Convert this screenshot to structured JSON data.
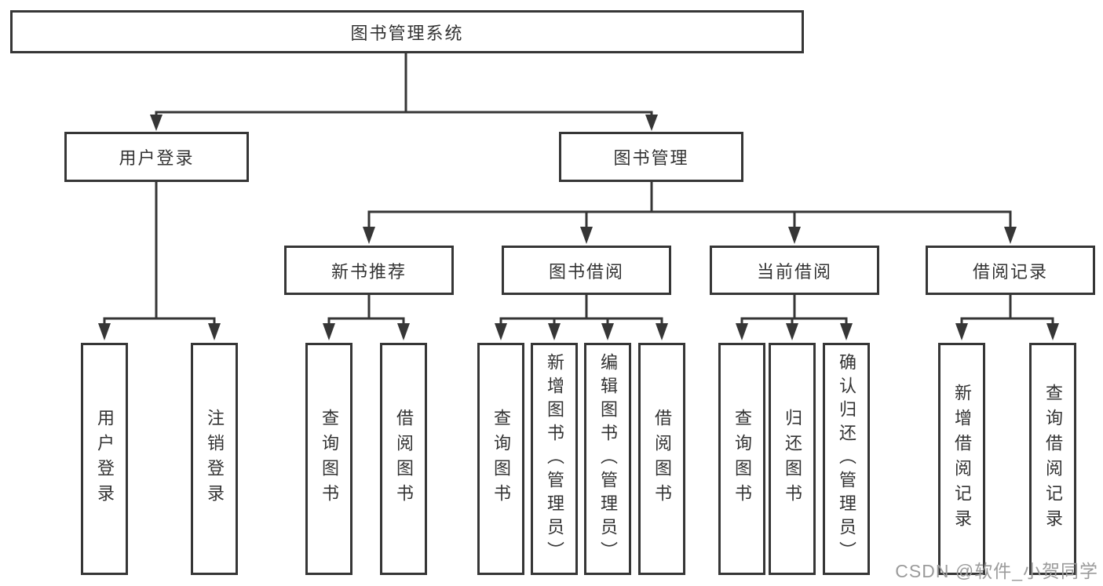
{
  "diagram": {
    "root": {
      "label": "图书管理系统"
    },
    "children": [
      {
        "label": "用户登录",
        "children": [
          {
            "label": "用户登录"
          },
          {
            "label": "注销登录"
          }
        ]
      },
      {
        "label": "图书管理",
        "children": [
          {
            "label": "新书推荐",
            "children": [
              {
                "label": "查询图书"
              },
              {
                "label": "借阅图书"
              }
            ]
          },
          {
            "label": "图书借阅",
            "children": [
              {
                "label": "查询图书"
              },
              {
                "label": "新增图书（管理员）"
              },
              {
                "label": "编辑图书（管理员）"
              },
              {
                "label": "借阅图书"
              }
            ]
          },
          {
            "label": "当前借阅",
            "children": [
              {
                "label": "查询图书"
              },
              {
                "label": "归还图书"
              },
              {
                "label": "确认归还（管理员）"
              }
            ]
          },
          {
            "label": "借阅记录",
            "children": [
              {
                "label": "新增借阅记录"
              },
              {
                "label": "查询借阅记录"
              }
            ]
          }
        ]
      }
    ]
  },
  "watermark": {
    "text": "CSDN @软件_小贺同学"
  },
  "colors": {
    "line": "#363636",
    "text": "#333333",
    "background": "#ffffff",
    "watermark": "#9b9b9b"
  }
}
